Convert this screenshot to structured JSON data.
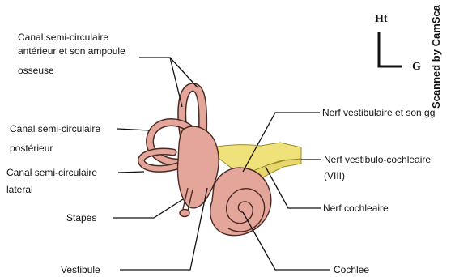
{
  "labels": {
    "canal_anterieur": [
      "Canal semi-circulaire",
      "antérieur et son ampoule",
      "osseuse"
    ],
    "canal_posterieur": [
      "Canal semi-circulaire",
      "postérieur"
    ],
    "canal_lateral": [
      "Canal semi-circulaire",
      "lateral"
    ],
    "stapes": "Stapes",
    "vestibule": "Vestibule",
    "nerf_vestibulaire": "Nerf vestibulaire et son gg",
    "nerf_vestibulo_cochleaire": [
      "Nerf vestibulo-cochleaire",
      "(VIII)"
    ],
    "nerf_cochleaire": "Nerf cochleaire",
    "cochlee": "Cochlee"
  },
  "orientation": {
    "up": "Ht",
    "right": "G"
  },
  "watermark": "Scanned by CamSca",
  "colors": {
    "bone": "#e4a69a",
    "bone_dark": "#b56a60",
    "outline": "#4a2a24",
    "nerve": "#efe27a",
    "nerve_outline": "#9a8a2a",
    "leader": "#111111"
  }
}
